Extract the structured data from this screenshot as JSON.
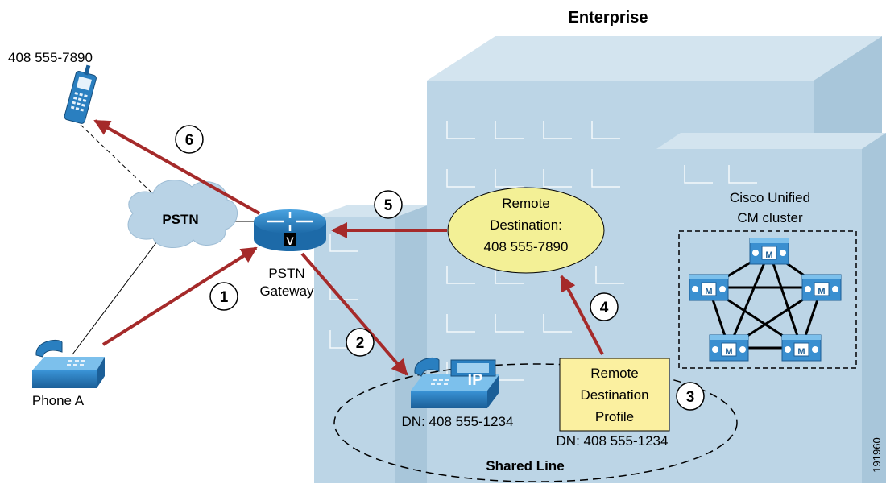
{
  "title": "Enterprise",
  "labels": {
    "mobile_number": "408 555-7890",
    "pstn": "PSTN",
    "gateway_line1": "PSTN",
    "gateway_line2": "Gateway",
    "gateway_badge": "V",
    "phone_a": "Phone A",
    "remote_dest_line1": "Remote",
    "remote_dest_line2": "Destination:",
    "remote_dest_line3": "408 555-7890",
    "cluster_line1": "Cisco Unified",
    "cluster_line2": "CM cluster",
    "ip_phone_badge": "IP",
    "ip_phone_dn": "DN: 408 555-1234",
    "rdp_line1": "Remote",
    "rdp_line2": "Destination",
    "rdp_line3": "Profile",
    "rdp_dn": "DN: 408 555-1234",
    "shared_line": "Shared Line",
    "figure_id": "191960",
    "server_badge": "M"
  },
  "steps": [
    "1",
    "2",
    "3",
    "4",
    "5",
    "6"
  ],
  "colors": {
    "building_front": "#bcd5e6",
    "building_side": "#a8c6da",
    "building_top": "#d3e4ef",
    "arrow": "#a52a2a",
    "cloud": "#b9d3e6",
    "device_blue": "#2a7fc0",
    "note_yellow": "#fbf0a0",
    "ellipse_yellow": "#f3f096"
  },
  "icons": [
    "mobile-phone-icon",
    "cloud-icon",
    "router-icon",
    "desk-phone-icon",
    "ip-phone-icon",
    "call-manager-server-icon"
  ]
}
